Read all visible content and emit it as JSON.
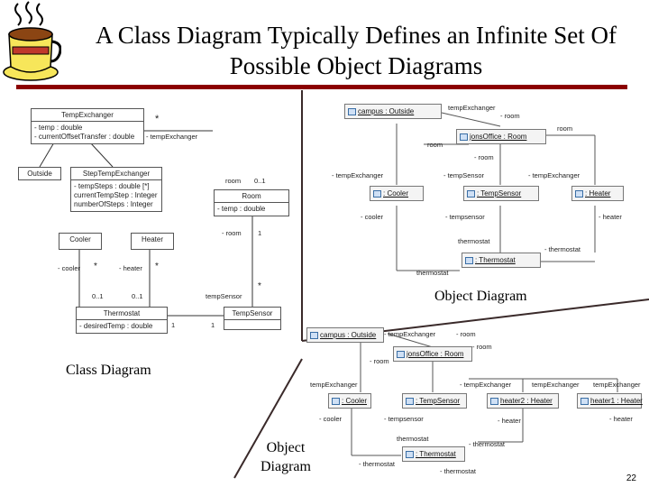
{
  "title": {
    "line1": "A Class Diagram Typically Defines an Infinite Set Of",
    "line2": "Possible Object Diagrams"
  },
  "labels": {
    "class_diagram": "Class Diagram",
    "object_diagram_top": "Object Diagram",
    "object_diagram_bottom_1": "Object",
    "object_diagram_bottom_2": "Diagram"
  },
  "page_number": "22",
  "class_diagram": {
    "temp_exchanger": {
      "name": "TempExchanger",
      "attrs": [
        "- temp : double",
        "- currentOffsetTransfer : double"
      ]
    },
    "outside": {
      "name": "Outside"
    },
    "step_temp_exchanger": {
      "name": "StepTempExchanger",
      "attrs": [
        "- tempSteps : double [*]",
        "currentTempStep : Integer",
        "numberOfSteps : Integer"
      ]
    },
    "room": {
      "name": "Room",
      "attrs": [
        "- temp : double"
      ]
    },
    "cooler": {
      "name": "Cooler"
    },
    "heater": {
      "name": "Heater"
    },
    "thermostat": {
      "name": "Thermostat",
      "attrs": [
        "- desiredTemp : double"
      ]
    },
    "temp_sensor": {
      "name": "TempSensor"
    },
    "assoc": {
      "star_top": "*",
      "temp_exchanger_role": "- tempExchanger",
      "room_role": "room",
      "room_mult": "0..1",
      "room_role2": "- room",
      "room_mult2": "1",
      "cooler_role": "- cooler",
      "heater_role": "- heater",
      "star_cooler": "*",
      "star_heater": "*",
      "cooler_mult": "0..1",
      "heater_mult": "0..1",
      "temp_sensor_role": "tempSensor",
      "star_sensor": "*",
      "thermo_mult": "1",
      "one_bottom": "1"
    }
  },
  "object_top": {
    "campus": "campus : Outside",
    "office": "jonsOffice : Room",
    "cooler": ": Cooler",
    "sensor": ": TempSensor",
    "heater": ": Heater",
    "thermostat": ": Thermostat",
    "l_temp_exchanger": "tempExchanger",
    "l_room": "- room",
    "l_room2": "room",
    "l_room3": "room",
    "l_room4": "- room",
    "l_temp_exchanger2": "- tempExchanger",
    "l_temp_sensor": "- tempSensor",
    "l_temp_exchanger3": "- tempExchanger",
    "l_cooler": "- cooler",
    "l_temp_sensor2": "- tempsensor",
    "l_heater": "- heater",
    "l_thermostat": "thermostat",
    "l_thermostat2": "- thermostat",
    "l_thermostat3": "thermostat"
  },
  "object_bottom": {
    "campus": "campus : Outside",
    "office": "jonsOffice : Room",
    "cooler": ": Cooler",
    "sensor": ": TempSensor",
    "heater2": "heater2 : Heater",
    "heater1": "heater1 : Heater",
    "thermostat": ": Thermostat",
    "l_temp_exchanger": "- tempExchanger",
    "l_room": "- room",
    "l_room2": "- room",
    "l_room3": "- room",
    "l_te1": "tempExchanger",
    "l_te2": "- tempExchanger",
    "l_te3": "tempExchanger",
    "l_te4": "tempExchanger",
    "l_cooler": "- cooler",
    "l_sensor": "- tempsensor",
    "l_heater": "- heater",
    "l_heater2": "- heater",
    "l_thermostat": "thermostat",
    "l_thermostat2": "- thermostat",
    "l_thermostat3": "- thermostat",
    "l_thermostat4": "- thermostat"
  }
}
